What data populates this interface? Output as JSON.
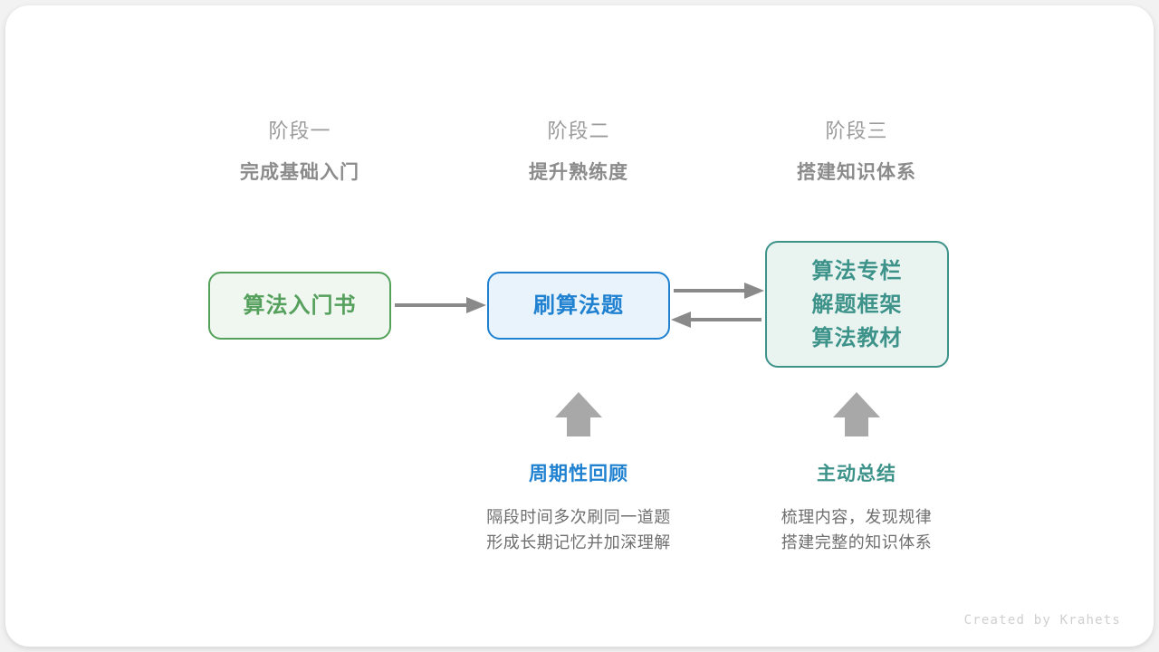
{
  "canvas": {
    "background": "#f2f2f2",
    "card_background": "#ffffff"
  },
  "colors": {
    "green": "#55a05c",
    "green_fill": "#f0f7f0",
    "blue": "#1f81d0",
    "blue_fill": "#e8f3fc",
    "teal": "#3d9289",
    "teal_fill": "#e9f4f1",
    "arrow_gray": "#8a8a8a",
    "header_gray": "#9b9b9b",
    "body_gray": "#6e6e6e"
  },
  "stages": [
    {
      "kicker": "阶段一",
      "title": "完成基础入门"
    },
    {
      "kicker": "阶段二",
      "title": "提升熟练度"
    },
    {
      "kicker": "阶段三",
      "title": "搭建知识体系"
    }
  ],
  "nodes": {
    "book": {
      "lines": [
        "算法入门书"
      ]
    },
    "practice": {
      "lines": [
        "刷算法题"
      ]
    },
    "resources": {
      "lines": [
        "算法专栏",
        "解题框架",
        "算法教材"
      ]
    }
  },
  "notes": [
    {
      "title": "周期性回顾",
      "desc_lines": [
        "隔段时间多次刷同一道题",
        "形成长期记忆并加深理解"
      ]
    },
    {
      "title": "主动总结",
      "desc_lines": [
        "梳理内容，发现规律",
        "搭建完整的知识体系"
      ]
    }
  ],
  "connections": [
    {
      "name": "book-to-practice",
      "direction": "right"
    },
    {
      "name": "practice-to-resources",
      "direction": "right"
    },
    {
      "name": "resources-to-practice",
      "direction": "left"
    },
    {
      "name": "review-to-practice",
      "direction": "up"
    },
    {
      "name": "summary-to-resources",
      "direction": "up"
    }
  ],
  "footer": {
    "credit": "Created by Krahets"
  }
}
